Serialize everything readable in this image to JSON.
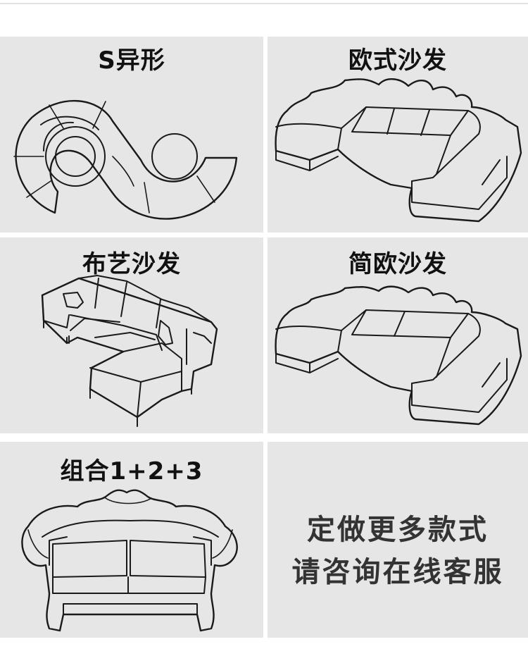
{
  "cells": {
    "s_shaped": {
      "title": "S异形"
    },
    "european": {
      "title": "欧式沙发"
    },
    "fabric": {
      "title": "布艺沙发"
    },
    "simple_european": {
      "title": "简欧沙发"
    },
    "combo": {
      "title": "组合1+2+3"
    }
  },
  "promo": {
    "line1": "定做更多款式",
    "line2": "请咨询在线客服"
  },
  "colors": {
    "panel_bg": "#e6e6e6",
    "outline": "#1a1a1a",
    "promo_text": "#333333"
  }
}
